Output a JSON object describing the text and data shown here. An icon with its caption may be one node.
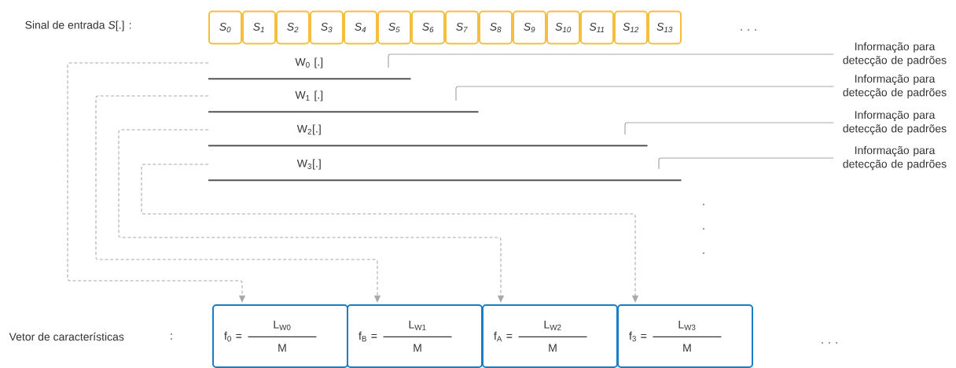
{
  "diagram": {
    "nodes": [
      {
        "text": [
          "S$_{0}$"
        ]
      },
      {
        "text": [
          "S$_{1}$"
        ]
      },
      {
        "text": [
          "S$_{2}$"
        ]
      },
      {
        "text": [
          "S$_{3}$"
        ]
      },
      {
        "text": [
          "S$_{4}$"
        ]
      },
      {
        "text": [
          "S$_{5}$"
        ]
      },
      {
        "text": [
          "S$_{6}$"
        ]
      },
      {
        "text": [
          "S$_{7}$"
        ]
      },
      {
        "text": [
          "S$_{8}$"
        ]
      },
      {
        "text": [
          "S$_{9}$"
        ]
      },
      {
        "text": [
          "S$_{10}$"
        ]
      },
      {
        "text": [
          "S$_{11}$"
        ]
      },
      {
        "text": [
          "S$_{12}$"
        ]
      },
      {
        "text": [
          "S$_{13}$"
        ]
      },
      {
        "text": [
          "W$_{0}$ [.]"
        ]
      },
      {
        "text": [
          "W$_{1}$ [.]"
        ]
      },
      {
        "text": [
          "W$_{2}$[.]"
        ]
      },
      {
        "text": [
          "W$_{3}$[.]"
        ]
      },
      {
        "text": [
          "Informação para detecção de padrões"
        ]
      },
      {
        "text": [
          "Informação para detecção de padrões"
        ]
      },
      {
        "text": [
          "Informação para detecção de padrões"
        ]
      },
      {
        "text": [
          "Informação para detecção de padrões"
        ]
      },
      {
        "text": [
          "f$_{0}$ =",
          "L$_{W0}$",
          "M"
        ]
      },
      {
        "text": [
          "f$_{B}$ =",
          "L$_{W1}$",
          "M"
        ]
      },
      {
        "text": [
          "f$_{A}$ =",
          "L$_{W2}$",
          "M"
        ]
      },
      {
        "text": [
          "f$_{3}$ =",
          "L$_{W3}$",
          "M"
        ]
      }
    ],
    "edges": [
      {
        "from": 14,
        "to": 22,
        "arrow": "to",
        "style": "dashed"
      },
      {
        "from": 15,
        "to": 23,
        "arrow": "to",
        "style": "dashed"
      },
      {
        "from": 16,
        "to": 24,
        "arrow": "to",
        "style": "dashed"
      },
      {
        "from": 17,
        "to": 25,
        "arrow": "to",
        "style": "dashed"
      },
      {
        "from": 18,
        "to": 14,
        "arrow": "none"
      },
      {
        "from": 19,
        "to": 15,
        "arrow": "none"
      },
      {
        "from": 20,
        "to": 16,
        "arrow": "none"
      },
      {
        "from": 21,
        "to": 17,
        "arrow": "none"
      }
    ],
    "labels": [
      "Sinal de entrada *S*[.] :",
      ". . .",
      ".",
      ".",
      ".",
      "Vetor de características",
      ":",
      ". . ."
    ]
  }
}
